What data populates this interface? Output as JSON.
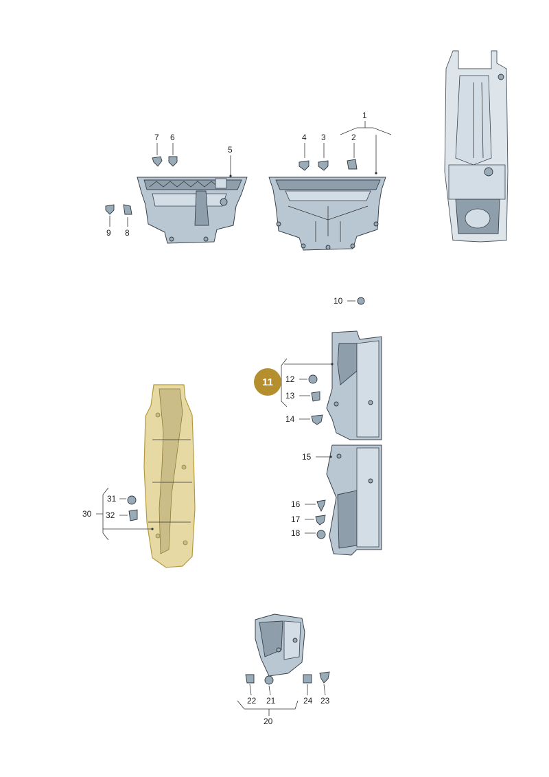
{
  "highlight_badge": "11",
  "labels": {
    "p1": "1",
    "p2": "2",
    "p3": "3",
    "p4": "4",
    "p5": "5",
    "p6": "6",
    "p7": "7",
    "p8": "8",
    "p9": "9",
    "p10": "10",
    "p12": "12",
    "p13": "13",
    "p14": "14",
    "p15": "15",
    "p16": "16",
    "p17": "17",
    "p18": "18",
    "p20": "20",
    "p21": "21",
    "p22": "22",
    "p23": "23",
    "p24": "24",
    "p30": "30",
    "p31": "31",
    "p32": "32"
  },
  "colors": {
    "part_fill": "#b9c7d3",
    "highlight_fill": "#e6d9a4",
    "highlight_stroke": "#b69a3b",
    "badge": "#b58f2e"
  }
}
